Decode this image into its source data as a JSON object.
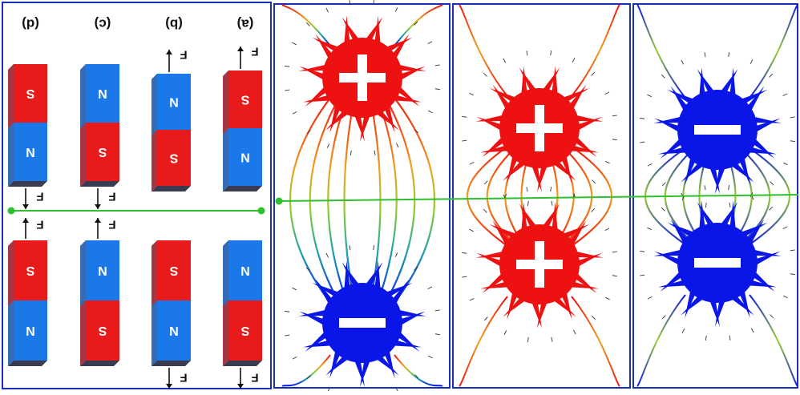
{
  "colors": {
    "frame": "#1a2fb8",
    "positive": "#ee1111",
    "negative": "#0a16e8",
    "magnet_red": "#e81a1a",
    "magnet_blue": "#1a78e8",
    "connector": "#2fbf2f",
    "ink": "#111111",
    "sign": "#ffffff"
  },
  "magnets": {
    "columns": [
      {
        "label": "(a)",
        "top_upper": "S",
        "top_lower": "N",
        "bottom_upper": "N",
        "bottom_lower": "S",
        "force_label_top": "F",
        "force_label_bottom": "F",
        "top_arrow": "up",
        "bottom_arrow": "down"
      },
      {
        "label": "(b)",
        "top_upper": "N",
        "top_lower": "S",
        "bottom_upper": "S",
        "bottom_lower": "N",
        "force_label_top": "F",
        "force_label_bottom": "F",
        "top_arrow": "up",
        "bottom_arrow": "down"
      },
      {
        "label": "(c)",
        "top_upper": "N",
        "top_lower": "S",
        "bottom_upper": "N",
        "bottom_lower": "S",
        "force_label_top": "F",
        "force_label_bottom": "F",
        "top_arrow": "down",
        "bottom_arrow": "up"
      },
      {
        "label": "(d)",
        "top_upper": "S",
        "top_lower": "N",
        "bottom_upper": "S",
        "bottom_lower": "N",
        "force_label_top": "F",
        "force_label_bottom": "F",
        "top_arrow": "down",
        "bottom_arrow": "up"
      }
    ]
  },
  "charges": {
    "panels": [
      {
        "top_sign": "+",
        "bottom_sign": "−",
        "top_type": "positive",
        "bottom_type": "negative"
      },
      {
        "top_sign": "+",
        "bottom_sign": "+",
        "top_type": "positive",
        "bottom_type": "positive"
      },
      {
        "top_sign": "−",
        "bottom_sign": "−",
        "top_type": "negative",
        "bottom_type": "negative"
      }
    ]
  }
}
